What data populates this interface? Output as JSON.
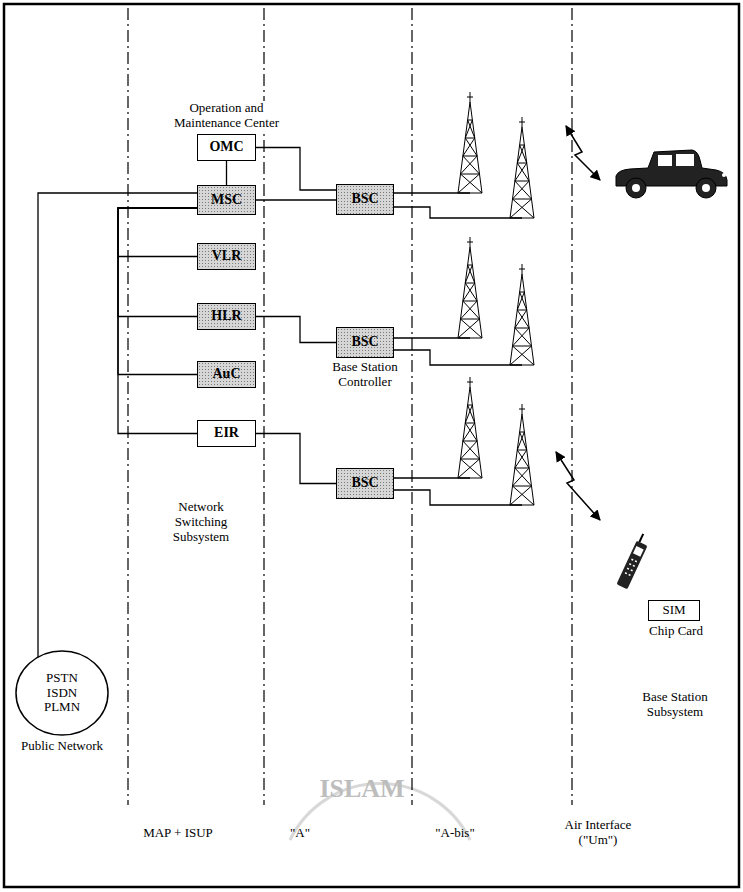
{
  "diagram": {
    "nodes": [
      {
        "text": [
          "Operation and Maintenance Center",
          "OMC"
        ]
      },
      {
        "text": [
          "MSC"
        ]
      },
      {
        "text": [
          "BSC"
        ]
      },
      {
        "text": [
          "VLR"
        ]
      },
      {
        "text": [
          "HLR"
        ]
      },
      {
        "text": [
          "BSC",
          "Base Station Controller"
        ]
      },
      {
        "text": [
          "AuC"
        ]
      },
      {
        "text": [
          "EIR"
        ]
      },
      {
        "text": [
          "BSC"
        ]
      },
      {
        "text": [
          "PSTN ISDN PLMN",
          "Public Network"
        ]
      },
      {
        "text": [
          "SIM"
        ]
      }
    ],
    "edges": [
      {
        "from": 0,
        "to": 1,
        "arrow": "none"
      },
      {
        "from": 0,
        "to": 2,
        "arrow": "none"
      },
      {
        "from": 1,
        "to": 2,
        "arrow": "none"
      },
      {
        "from": 1,
        "to": 3,
        "arrow": "none"
      },
      {
        "from": 1,
        "to": 4,
        "arrow": "none"
      },
      {
        "from": 1,
        "to": 6,
        "arrow": "none"
      },
      {
        "from": 1,
        "to": 7,
        "arrow": "none"
      },
      {
        "from": 4,
        "to": 5,
        "arrow": "none"
      },
      {
        "from": 7,
        "to": 8,
        "arrow": "none"
      },
      {
        "from": 1,
        "to": 9,
        "arrow": "none"
      }
    ],
    "labels": [
      "Network Switching Subsystem",
      "Chip Card",
      "Base Station Subsystem",
      "MAP + ISUP",
      "\"A\"",
      "\"A-bis\"",
      "Air Interface (\"Um\")",
      "ISLAM"
    ]
  }
}
